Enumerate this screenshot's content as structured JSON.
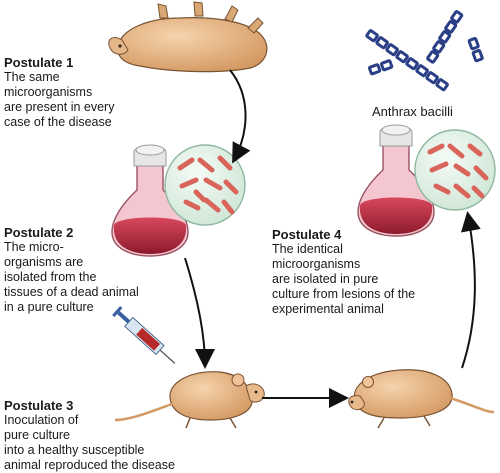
{
  "postulates": [
    {
      "title": "Postulate 1",
      "body": "The same\nmicroorganisms\nare present in every\ncase of the disease"
    },
    {
      "title": "Postulate 2",
      "body": "The micro-\norganisms are\nisolated from the\ntissues of a dead animal\nin a pure culture"
    },
    {
      "title": "Postulate 3",
      "body": "Inoculation of\npure culture\ninto a healthy susceptible\nanimal reproduced the disease"
    },
    {
      "title": "Postulate 4",
      "body": "The identical\nmicroorganisms\nare isolated in pure\nculture from lesions of the\nexperimental animal"
    }
  ],
  "bacilli_label": "Anthrax bacilli",
  "colors": {
    "animal_fur": "#e8b98a",
    "flask_pink": "#f4c6cf",
    "culture_red": "#b0263c",
    "dish_green": "#dff0e4",
    "rod_red": "#d9645a",
    "chain_blue": "#2b3f86",
    "arrow": "#111111"
  }
}
